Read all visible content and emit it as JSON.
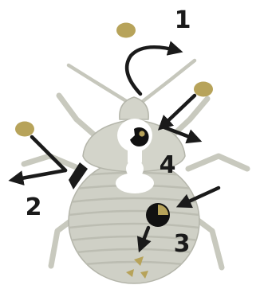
{
  "labels": {
    "step_1": "1",
    "step_2": "2",
    "step_3": "3",
    "step_4": "4"
  },
  "colors": {
    "background": "#ffffff",
    "bug_body": "#cfd0c6",
    "bug_stripe": "#bcbdb2",
    "bug_outline": "#b4b5aa",
    "particle": "#b7a35a",
    "arrow": "#1a1a1a",
    "pacman": "#111111",
    "label": "#1a1a1a"
  },
  "icons": [
    "bedbug-illustration",
    "particle-dot-icon",
    "curved-arrow-icon",
    "pacman-icon",
    "cell-membrane-icon",
    "debris-fragments-icon"
  ]
}
